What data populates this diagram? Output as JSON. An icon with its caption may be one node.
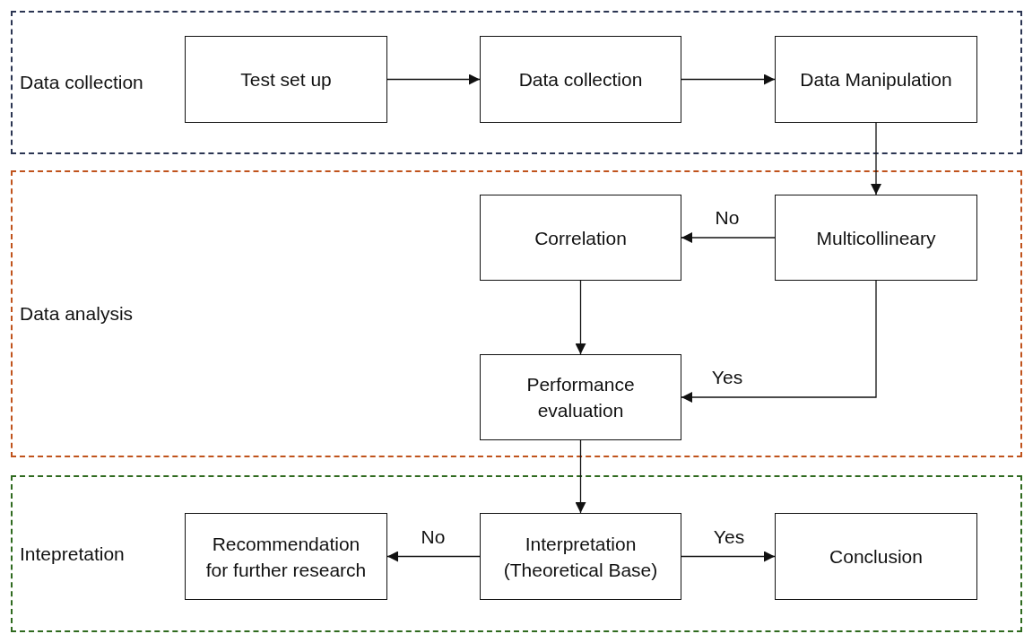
{
  "diagram": {
    "nodes": [
      {
        "text": [
          "Data collection"
        ]
      },
      {
        "text": [
          "Test set up"
        ],
        "in": 0
      },
      {
        "text": [
          "Data collection"
        ],
        "in": 0
      },
      {
        "text": [
          "Data Manipulation"
        ],
        "in": 0
      },
      {
        "text": [
          "Data analysis"
        ]
      },
      {
        "text": [
          "Correlation"
        ],
        "in": 4
      },
      {
        "text": [
          "Multicollineary"
        ],
        "in": 4
      },
      {
        "text": [
          "Performance evaluation"
        ],
        "in": 4
      },
      {
        "text": [
          "Intepretation"
        ]
      },
      {
        "text": [
          "Recommendation for further research"
        ],
        "in": 8
      },
      {
        "text": [
          "Interpretation (Theoretical Base)"
        ],
        "in": 8
      },
      {
        "text": [
          "Conclusion"
        ],
        "in": 8
      }
    ],
    "edges": [
      {
        "from": 1,
        "to": 2,
        "arrow": "to"
      },
      {
        "from": 2,
        "to": 3,
        "arrow": "to"
      },
      {
        "from": 3,
        "to": 6,
        "arrow": "to"
      },
      {
        "from": 6,
        "to": 5,
        "arrow": "to",
        "label": "No"
      },
      {
        "from": 5,
        "to": 7,
        "arrow": "to"
      },
      {
        "from": 6,
        "to": 7,
        "arrow": "to",
        "label": "Yes"
      },
      {
        "from": 7,
        "to": 10,
        "arrow": "to"
      },
      {
        "from": 10,
        "to": 9,
        "arrow": "to",
        "label": "No"
      },
      {
        "from": 10,
        "to": 11,
        "arrow": "to",
        "label": "Yes"
      }
    ]
  }
}
